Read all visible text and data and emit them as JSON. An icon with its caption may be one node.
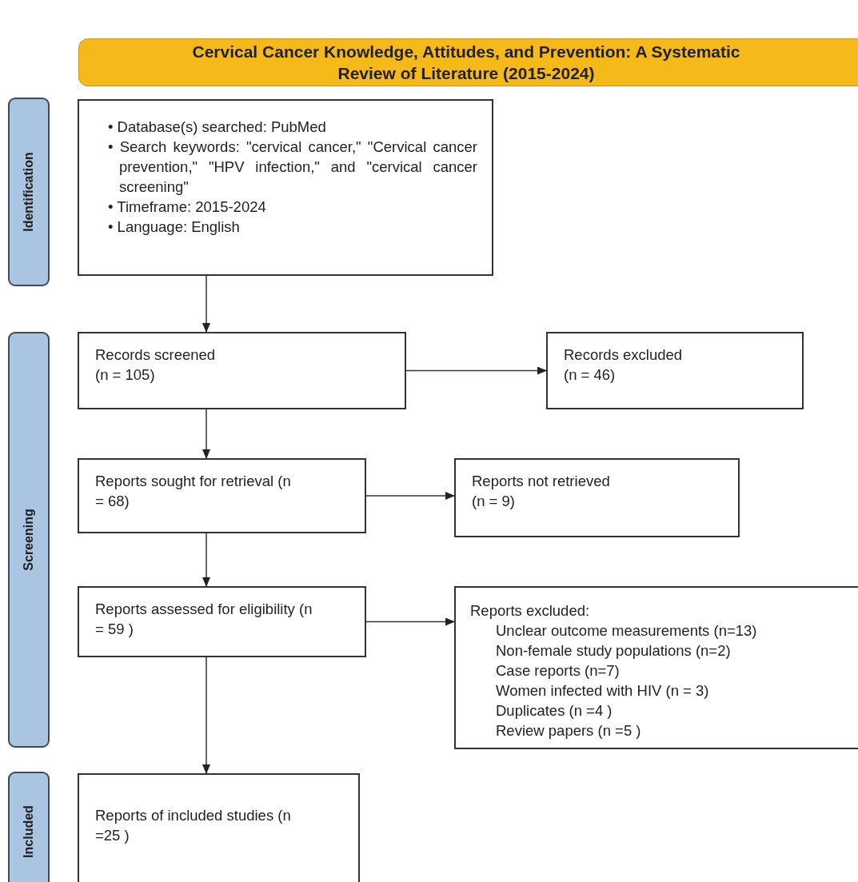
{
  "diagram": {
    "title": "Cervical Cancer Knowledge, Attitudes, and Prevention: A Systematic Review of Literature (2015-2024)",
    "nodes": [
      {
        "text": [
          "Identification"
        ]
      },
      {
        "text": [
          "Screening"
        ]
      },
      {
        "text": [
          "Included"
        ]
      },
      {
        "text": [
          "• Database(s) searched: PubMed",
          "• Search keywords: \"cervical cancer,\" \"Cervical cancer prevention,\" \"HPV infection,\" and \"cervical cancer screening\"",
          "• Timeframe: 2015-2024",
          "• Language: English"
        ]
      },
      {
        "text": [
          "Records screened (n = 105)"
        ]
      },
      {
        "text": [
          "Records excluded (n = 46)"
        ]
      },
      {
        "text": [
          "Reports sought for retrieval (n = 68)"
        ]
      },
      {
        "text": [
          "Reports not retrieved (n = 9)"
        ]
      },
      {
        "text": [
          "Reports assessed for eligibility (n = 59 )"
        ]
      },
      {
        "text": [
          "Reports excluded:",
          "Unclear outcome measurements (n=13)",
          "Non-female study populations (n=2)",
          "Case reports (n=7)",
          "Women infected with HIV  (n = 3)",
          "Duplicates (n =4 )",
          "Review papers (n =5 )"
        ]
      },
      {
        "text": [
          "Reports of included studies (n =25 )"
        ]
      }
    ],
    "edges": [
      {
        "from": 3,
        "to": 4,
        "arrow": "to"
      },
      {
        "from": 4,
        "to": 5,
        "arrow": "to"
      },
      {
        "from": 4,
        "to": 6,
        "arrow": "to"
      },
      {
        "from": 6,
        "to": 7,
        "arrow": "to"
      },
      {
        "from": 6,
        "to": 8,
        "arrow": "to"
      },
      {
        "from": 8,
        "to": 9,
        "arrow": "to"
      },
      {
        "from": 8,
        "to": 10,
        "arrow": "to"
      }
    ]
  }
}
